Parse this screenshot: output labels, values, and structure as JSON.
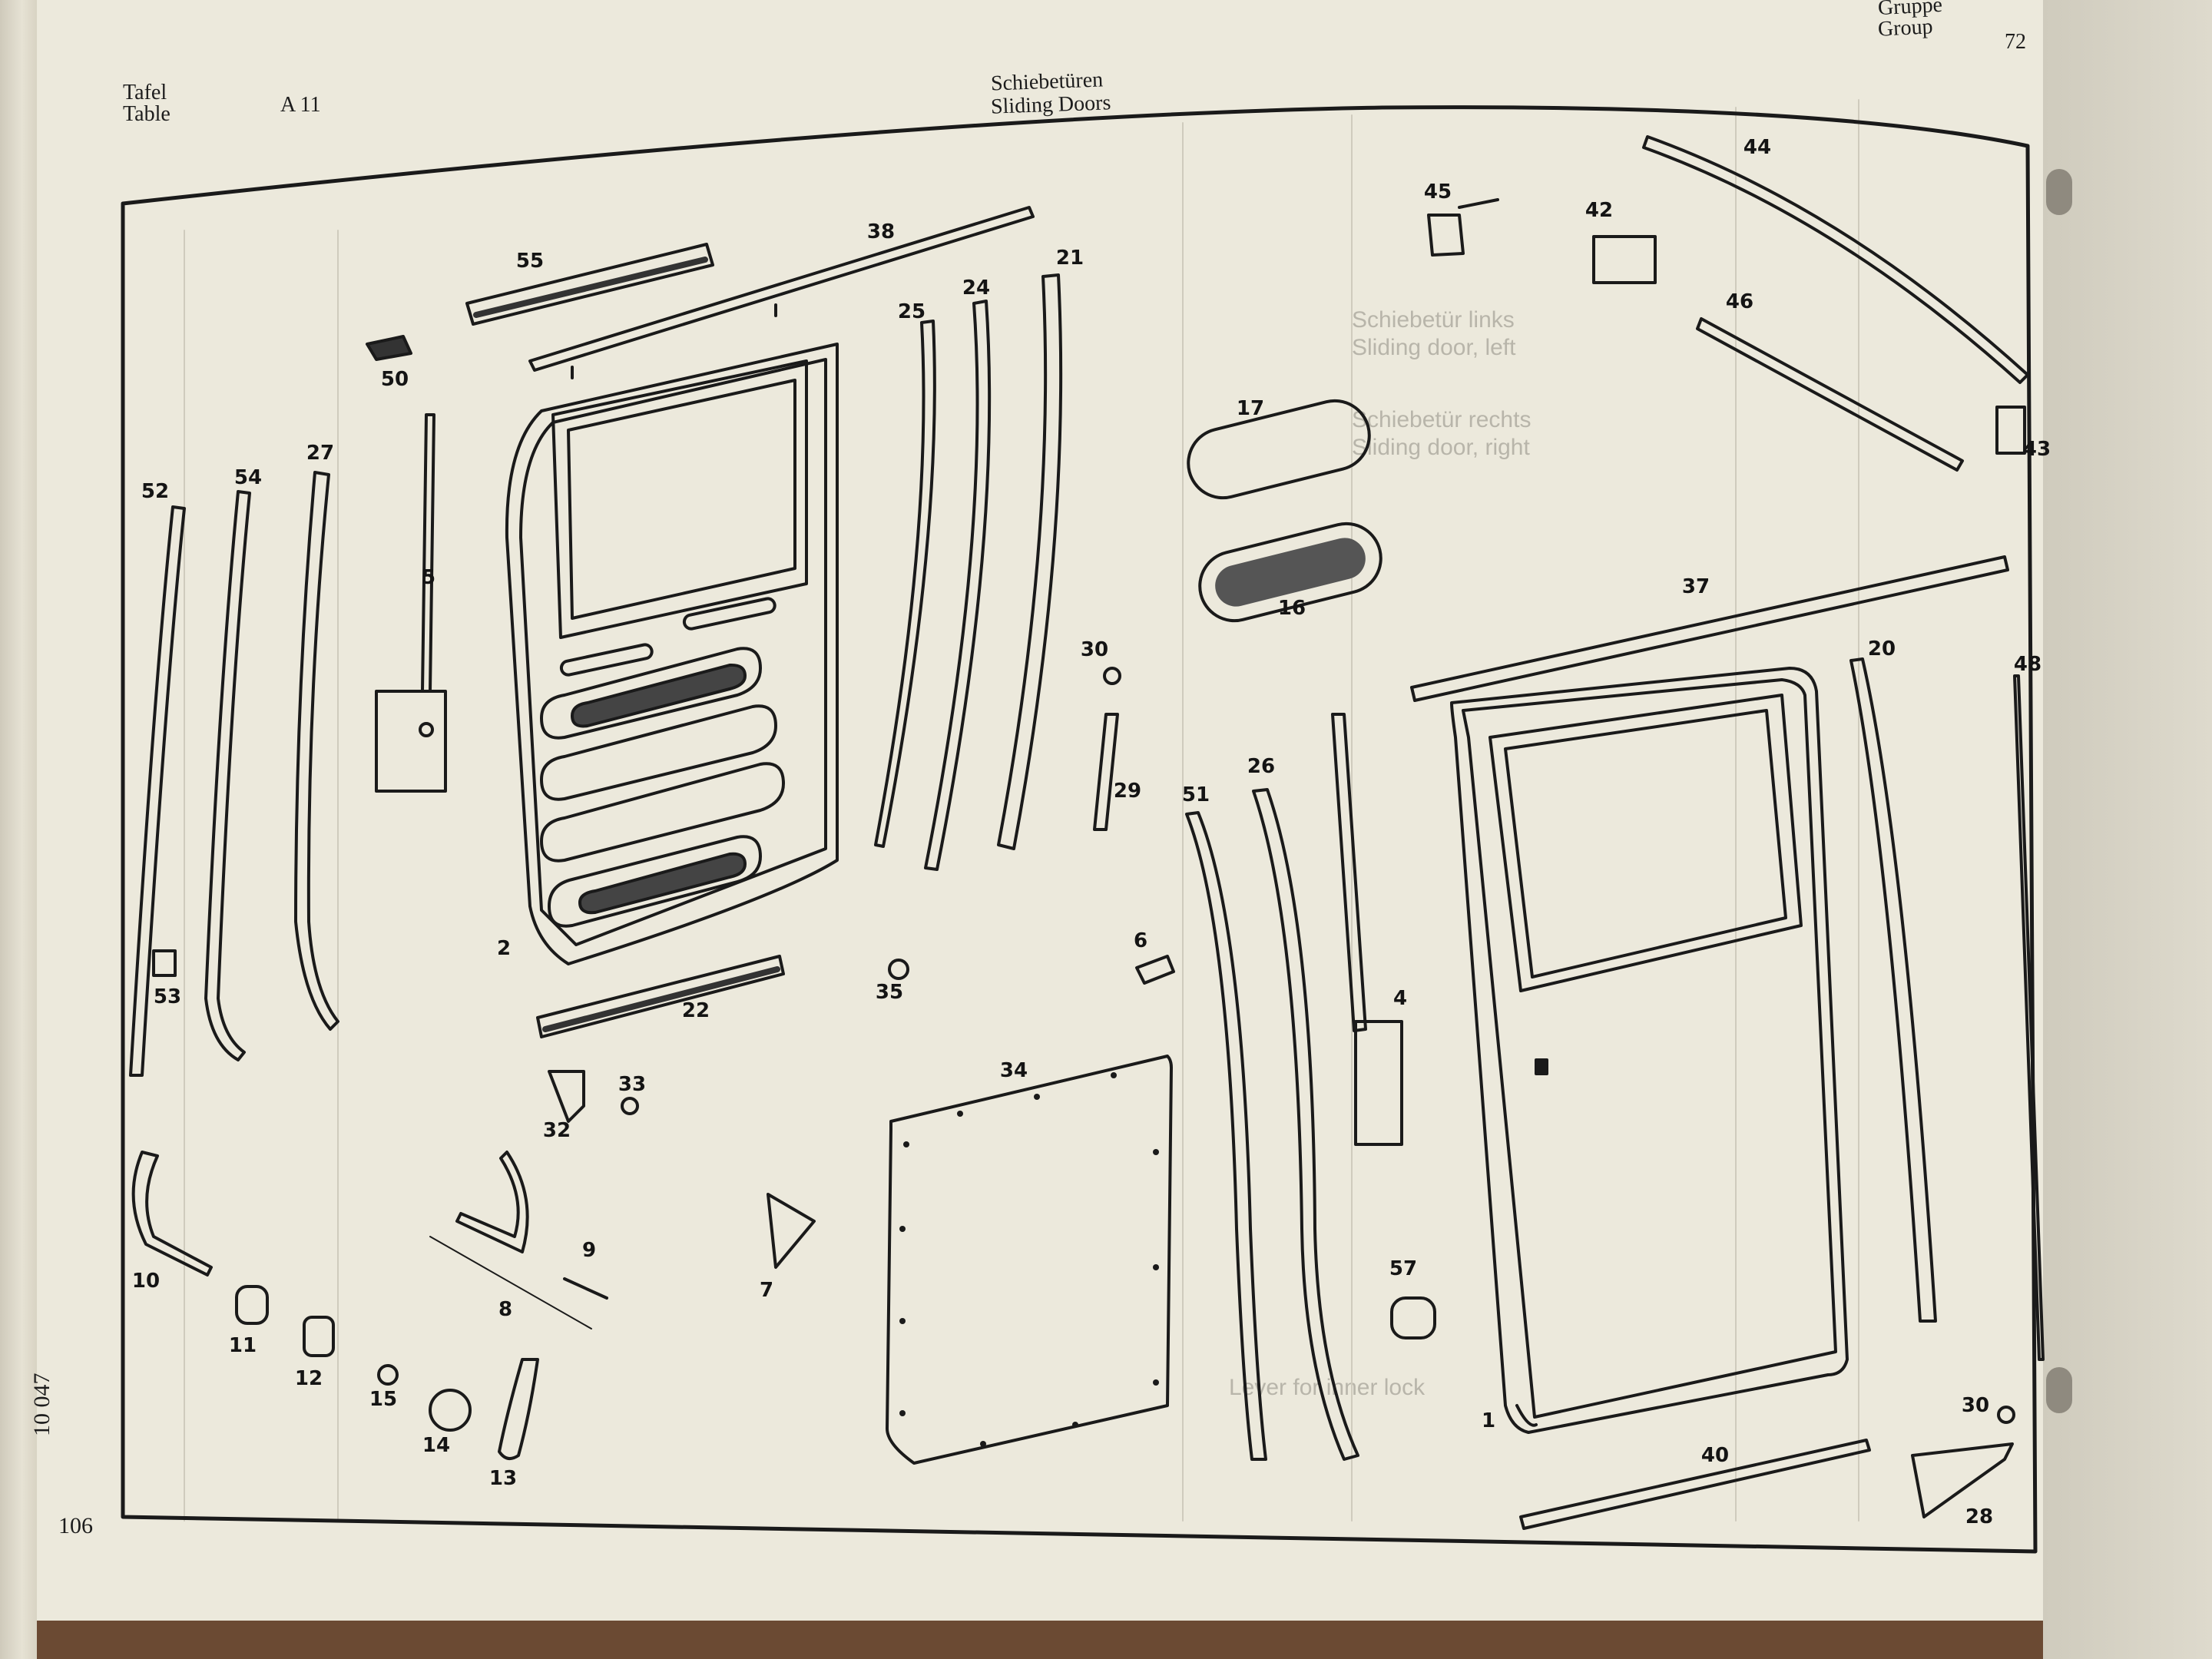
{
  "header": {
    "tafel_label": "Tafel",
    "table_label": "Table",
    "table_code": "A 11",
    "title_de": "Schiebetüren",
    "title_en": "Sliding Doors",
    "gruppe_label": "Gruppe",
    "group_label": "Group",
    "group_number": "72"
  },
  "footer": {
    "page_number": "106",
    "side_code": "10 047"
  },
  "callouts": {
    "p1": "1",
    "p2": "2",
    "p4": "4",
    "p5": "5",
    "p6": "6",
    "p7": "7",
    "p8": "8",
    "p9": "9",
    "p10": "10",
    "p11": "11",
    "p12": "12",
    "p13": "13",
    "p14": "14",
    "p15": "15",
    "p16": "16",
    "p17": "17",
    "p20": "20",
    "p21": "21",
    "p22": "22",
    "p24": "24",
    "p25": "25",
    "p26": "26",
    "p27": "27",
    "p28": "28",
    "p29": "29",
    "p30a": "30",
    "p30b": "30",
    "p32": "32",
    "p33": "33",
    "p34": "34",
    "p35": "35",
    "p37": "37",
    "p38": "38",
    "p40": "40",
    "p42": "42",
    "p43": "43",
    "p44": "44",
    "p45": "45",
    "p46": "46",
    "p48": "48",
    "p50": "50",
    "p51": "51",
    "p52": "52",
    "p53": "53",
    "p54": "54",
    "p55": "55",
    "p57": "57"
  },
  "show_through": {
    "t1": "Schiebetür links",
    "t2": "Sliding door, left",
    "t3": "Schiebetür rechts",
    "t4": "Sliding door, right",
    "t5": "Lever for inner lock"
  }
}
